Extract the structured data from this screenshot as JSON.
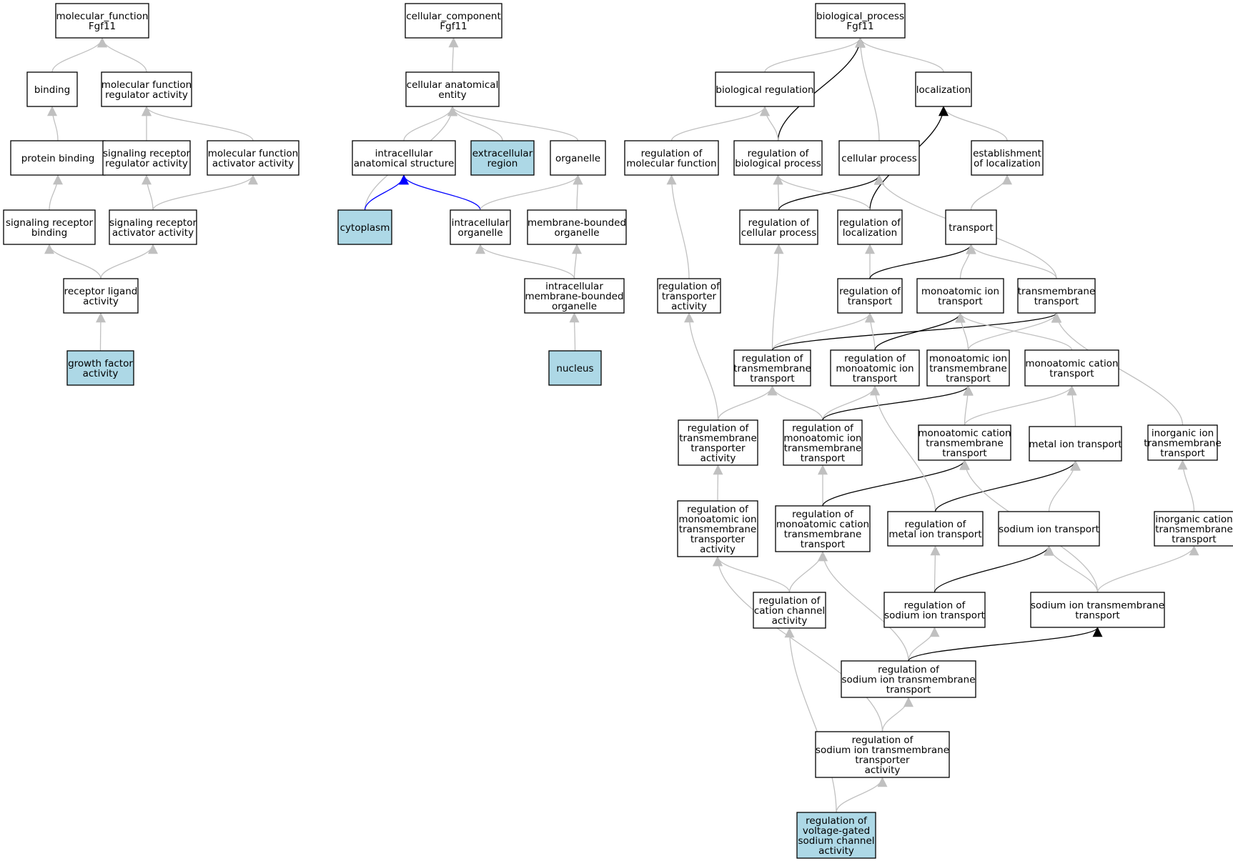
{
  "colors": {
    "node_fill": "#ffffff",
    "highlight_fill": "#add8e6",
    "border": "#000000",
    "edge_gray": "#c0c0c0",
    "edge_black": "#000000",
    "edge_blue": "#0000ff"
  },
  "nodes": [
    {
      "id": "mf",
      "lines": [
        "molecular_function",
        "Fgf11"
      ],
      "highlight": false
    },
    {
      "id": "binding",
      "lines": [
        "binding"
      ],
      "highlight": false
    },
    {
      "id": "mfreg",
      "lines": [
        "molecular function",
        "regulator activity"
      ],
      "highlight": false
    },
    {
      "id": "protbind",
      "lines": [
        "protein binding"
      ],
      "highlight": false
    },
    {
      "id": "sigrecreg",
      "lines": [
        "signaling receptor",
        "regulator activity"
      ],
      "highlight": false
    },
    {
      "id": "mfact",
      "lines": [
        "molecular function",
        "activator activity"
      ],
      "highlight": false
    },
    {
      "id": "sigrecbind",
      "lines": [
        "signaling receptor",
        "binding"
      ],
      "highlight": false
    },
    {
      "id": "sigrecact",
      "lines": [
        "signaling receptor",
        "activator activity"
      ],
      "highlight": false
    },
    {
      "id": "recligand",
      "lines": [
        "receptor ligand",
        "activity"
      ],
      "highlight": false
    },
    {
      "id": "growth",
      "lines": [
        "growth factor",
        "activity"
      ],
      "highlight": true
    },
    {
      "id": "cc",
      "lines": [
        "cellular_component",
        "Fgf11"
      ],
      "highlight": false
    },
    {
      "id": "cae",
      "lines": [
        "cellular anatomical",
        "entity"
      ],
      "highlight": false
    },
    {
      "id": "ias",
      "lines": [
        "intracellular",
        "anatomical structure"
      ],
      "highlight": false
    },
    {
      "id": "extra",
      "lines": [
        "extracellular",
        "region"
      ],
      "highlight": true
    },
    {
      "id": "organelle",
      "lines": [
        "organelle"
      ],
      "highlight": false
    },
    {
      "id": "cytoplasm",
      "lines": [
        "cytoplasm"
      ],
      "highlight": true
    },
    {
      "id": "intorg",
      "lines": [
        "intracellular",
        "organelle"
      ],
      "highlight": false
    },
    {
      "id": "mbo",
      "lines": [
        "membrane-bounded",
        "organelle"
      ],
      "highlight": false
    },
    {
      "id": "imbo",
      "lines": [
        "intracellular",
        "membrane-bounded",
        "organelle"
      ],
      "highlight": false
    },
    {
      "id": "nucleus",
      "lines": [
        "nucleus"
      ],
      "highlight": true
    },
    {
      "id": "bp",
      "lines": [
        "biological_process",
        "Fgf11"
      ],
      "highlight": false
    },
    {
      "id": "bioreg",
      "lines": [
        "biological regulation"
      ],
      "highlight": false
    },
    {
      "id": "local",
      "lines": [
        "localization"
      ],
      "highlight": false
    },
    {
      "id": "regmf",
      "lines": [
        "regulation of",
        "molecular function"
      ],
      "highlight": false
    },
    {
      "id": "regbp",
      "lines": [
        "regulation of",
        "biological process"
      ],
      "highlight": false
    },
    {
      "id": "cellproc",
      "lines": [
        "cellular process"
      ],
      "highlight": false
    },
    {
      "id": "estloc",
      "lines": [
        "establishment",
        "of localization"
      ],
      "highlight": false
    },
    {
      "id": "regcp",
      "lines": [
        "regulation of",
        "cellular process"
      ],
      "highlight": false
    },
    {
      "id": "regloc",
      "lines": [
        "regulation of",
        "localization"
      ],
      "highlight": false
    },
    {
      "id": "transport",
      "lines": [
        "transport"
      ],
      "highlight": false
    },
    {
      "id": "regtransact",
      "lines": [
        "regulation of",
        "transporter",
        "activity"
      ],
      "highlight": false
    },
    {
      "id": "regtransport",
      "lines": [
        "regulation of",
        "transport"
      ],
      "highlight": false
    },
    {
      "id": "moit",
      "lines": [
        "monoatomic ion",
        "transport"
      ],
      "highlight": false
    },
    {
      "id": "tmt",
      "lines": [
        "transmembrane",
        "transport"
      ],
      "highlight": false
    },
    {
      "id": "regtmt",
      "lines": [
        "regulation of",
        "transmembrane",
        "transport"
      ],
      "highlight": false
    },
    {
      "id": "regmoit",
      "lines": [
        "regulation of",
        "monoatomic ion",
        "transport"
      ],
      "highlight": false
    },
    {
      "id": "moitmt",
      "lines": [
        "monoatomic ion",
        "transmembrane",
        "transport"
      ],
      "highlight": false
    },
    {
      "id": "moct",
      "lines": [
        "monoatomic cation",
        "transport"
      ],
      "highlight": false
    },
    {
      "id": "regtmtact",
      "lines": [
        "regulation of",
        "transmembrane",
        "transporter",
        "activity"
      ],
      "highlight": false
    },
    {
      "id": "regmoitmt",
      "lines": [
        "regulation of",
        "monoatomic ion",
        "transmembrane",
        "transport"
      ],
      "highlight": false
    },
    {
      "id": "moctmt",
      "lines": [
        "monoatomic cation",
        "transmembrane",
        "transport"
      ],
      "highlight": false
    },
    {
      "id": "metalit",
      "lines": [
        "metal ion transport"
      ],
      "highlight": false
    },
    {
      "id": "inorgit",
      "lines": [
        "inorganic ion",
        "transmembrane",
        "transport"
      ],
      "highlight": false
    },
    {
      "id": "regmoitmtact",
      "lines": [
        "regulation of",
        "monoatomic ion",
        "transmembrane",
        "transporter",
        "activity"
      ],
      "highlight": false
    },
    {
      "id": "regmoctmt",
      "lines": [
        "regulation of",
        "monoatomic cation",
        "transmembrane",
        "transport"
      ],
      "highlight": false
    },
    {
      "id": "regmetal",
      "lines": [
        "regulation of",
        "metal ion transport"
      ],
      "highlight": false
    },
    {
      "id": "sodit",
      "lines": [
        "sodium ion transport"
      ],
      "highlight": false
    },
    {
      "id": "inorgct",
      "lines": [
        "inorganic cation",
        "transmembrane",
        "transport"
      ],
      "highlight": false
    },
    {
      "id": "regcatchan",
      "lines": [
        "regulation of",
        "cation channel",
        "activity"
      ],
      "highlight": false
    },
    {
      "id": "regsod",
      "lines": [
        "regulation of",
        "sodium ion transport"
      ],
      "highlight": false
    },
    {
      "id": "sodtmt",
      "lines": [
        "sodium ion transmembrane",
        "transport"
      ],
      "highlight": false
    },
    {
      "id": "regsodtmt",
      "lines": [
        "regulation of",
        "sodium ion transmembrane",
        "transport"
      ],
      "highlight": false
    },
    {
      "id": "regsodtmtact",
      "lines": [
        "regulation of",
        "sodium ion transmembrane",
        "transporter",
        "activity"
      ],
      "highlight": false
    },
    {
      "id": "regvgsc",
      "lines": [
        "regulation of",
        "voltage-gated",
        "sodium channel",
        "activity"
      ],
      "highlight": true
    }
  ],
  "edges": [
    {
      "from": "binding",
      "to": "mf",
      "color": "gray"
    },
    {
      "from": "mfreg",
      "to": "mf",
      "color": "gray"
    },
    {
      "from": "protbind",
      "to": "binding",
      "color": "gray"
    },
    {
      "from": "sigrecreg",
      "to": "mfreg",
      "color": "gray"
    },
    {
      "from": "mfact",
      "to": "mfreg",
      "color": "gray"
    },
    {
      "from": "sigrecbind",
      "to": "protbind",
      "color": "gray"
    },
    {
      "from": "sigrecact",
      "to": "sigrecreg",
      "color": "gray"
    },
    {
      "from": "sigrecact",
      "to": "mfact",
      "color": "gray"
    },
    {
      "from": "recligand",
      "to": "sigrecbind",
      "color": "gray"
    },
    {
      "from": "recligand",
      "to": "sigrecact",
      "color": "gray"
    },
    {
      "from": "growth",
      "to": "recligand",
      "color": "gray"
    },
    {
      "from": "cae",
      "to": "cc",
      "color": "gray"
    },
    {
      "from": "ias",
      "to": "cae",
      "color": "gray"
    },
    {
      "from": "extra",
      "to": "cae",
      "color": "gray"
    },
    {
      "from": "organelle",
      "to": "cae",
      "color": "gray"
    },
    {
      "from": "cytoplasm",
      "to": "cae",
      "color": "gray"
    },
    {
      "from": "cytoplasm",
      "to": "ias",
      "color": "blue"
    },
    {
      "from": "intorg",
      "to": "ias",
      "color": "blue"
    },
    {
      "from": "intorg",
      "to": "organelle",
      "color": "gray"
    },
    {
      "from": "mbo",
      "to": "organelle",
      "color": "gray"
    },
    {
      "from": "imbo",
      "to": "intorg",
      "color": "gray"
    },
    {
      "from": "imbo",
      "to": "mbo",
      "color": "gray"
    },
    {
      "from": "nucleus",
      "to": "imbo",
      "color": "gray"
    },
    {
      "from": "bioreg",
      "to": "bp",
      "color": "gray"
    },
    {
      "from": "local",
      "to": "bp",
      "color": "gray"
    },
    {
      "from": "regbp",
      "to": "bp",
      "color": "black"
    },
    {
      "from": "cellproc",
      "to": "bp",
      "color": "gray"
    },
    {
      "from": "regmf",
      "to": "bioreg",
      "color": "gray"
    },
    {
      "from": "regbp",
      "to": "bioreg",
      "color": "gray"
    },
    {
      "from": "estloc",
      "to": "local",
      "color": "gray"
    },
    {
      "from": "regloc",
      "to": "local",
      "color": "black"
    },
    {
      "from": "regcp",
      "to": "regbp",
      "color": "gray"
    },
    {
      "from": "regloc",
      "to": "regbp",
      "color": "gray"
    },
    {
      "from": "regcp",
      "to": "cellproc",
      "color": "black"
    },
    {
      "from": "tmt",
      "to": "cellproc",
      "color": "gray"
    },
    {
      "from": "transport",
      "to": "estloc",
      "color": "gray"
    },
    {
      "from": "regtransport",
      "to": "regloc",
      "color": "gray"
    },
    {
      "from": "regtransport",
      "to": "transport",
      "color": "black"
    },
    {
      "from": "moit",
      "to": "transport",
      "color": "gray"
    },
    {
      "from": "tmt",
      "to": "transport",
      "color": "gray"
    },
    {
      "from": "regtransact",
      "to": "regmf",
      "color": "gray"
    },
    {
      "from": "regtmt",
      "to": "regcp",
      "color": "gray"
    },
    {
      "from": "regtmt",
      "to": "regtransport",
      "color": "gray"
    },
    {
      "from": "regtmt",
      "to": "tmt",
      "color": "black"
    },
    {
      "from": "regmoit",
      "to": "regtransport",
      "color": "gray"
    },
    {
      "from": "regmoit",
      "to": "moit",
      "color": "black"
    },
    {
      "from": "moitmt",
      "to": "moit",
      "color": "gray"
    },
    {
      "from": "moitmt",
      "to": "tmt",
      "color": "gray"
    },
    {
      "from": "moct",
      "to": "moit",
      "color": "gray"
    },
    {
      "from": "inorgit",
      "to": "tmt",
      "color": "gray"
    },
    {
      "from": "regtmtact",
      "to": "regtransact",
      "color": "gray"
    },
    {
      "from": "regtmtact",
      "to": "regtmt",
      "color": "gray"
    },
    {
      "from": "regmoitmt",
      "to": "regtmt",
      "color": "gray"
    },
    {
      "from": "regmoitmt",
      "to": "regmoit",
      "color": "gray"
    },
    {
      "from": "regmoitmt",
      "to": "moitmt",
      "color": "black"
    },
    {
      "from": "moctmt",
      "to": "moitmt",
      "color": "gray"
    },
    {
      "from": "moctmt",
      "to": "moct",
      "color": "gray"
    },
    {
      "from": "metalit",
      "to": "moct",
      "color": "gray"
    },
    {
      "from": "regmoitmtact",
      "to": "regtmtact",
      "color": "gray"
    },
    {
      "from": "regmoctmt",
      "to": "regmoitmt",
      "color": "gray"
    },
    {
      "from": "regmoctmt",
      "to": "moctmt",
      "color": "black"
    },
    {
      "from": "regmetal",
      "to": "regmoit",
      "color": "gray"
    },
    {
      "from": "regmetal",
      "to": "metalit",
      "color": "black"
    },
    {
      "from": "sodit",
      "to": "metalit",
      "color": "gray"
    },
    {
      "from": "inorgct",
      "to": "inorgit",
      "color": "gray"
    },
    {
      "from": "regcatchan",
      "to": "regmoitmtact",
      "color": "gray"
    },
    {
      "from": "regcatchan",
      "to": "regmoctmt",
      "color": "gray"
    },
    {
      "from": "regsod",
      "to": "regmetal",
      "color": "gray"
    },
    {
      "from": "regsod",
      "to": "sodit",
      "color": "black"
    },
    {
      "from": "sodtmt",
      "to": "sodit",
      "color": "gray"
    },
    {
      "from": "sodtmt",
      "to": "moctmt",
      "color": "gray"
    },
    {
      "from": "sodtmt",
      "to": "inorgct",
      "color": "gray"
    },
    {
      "from": "regsodtmt",
      "to": "regsod",
      "color": "gray"
    },
    {
      "from": "regsodtmt",
      "to": "regmoctmt",
      "color": "gray"
    },
    {
      "from": "regsodtmt",
      "to": "sodtmt",
      "color": "black"
    },
    {
      "from": "regsodtmtact",
      "to": "regsodtmt",
      "color": "gray"
    },
    {
      "from": "regsodtmtact",
      "to": "regmoitmtact",
      "color": "gray"
    },
    {
      "from": "regvgsc",
      "to": "regsodtmtact",
      "color": "gray"
    },
    {
      "from": "regvgsc",
      "to": "regcatchan",
      "color": "gray"
    }
  ]
}
